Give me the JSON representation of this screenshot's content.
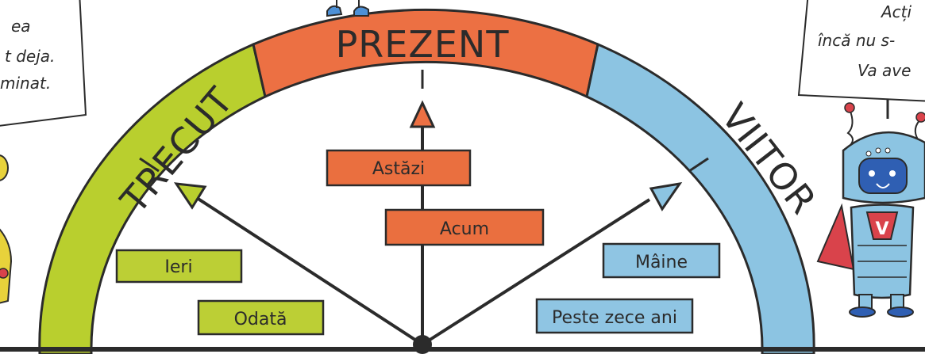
{
  "arc": {
    "past_label": "TRECUT",
    "present_label": "PREZENT",
    "future_label": "VIITOR"
  },
  "boxes": {
    "astazi": "Astăzi",
    "acum": "Acum",
    "ieri": "Ieri",
    "odata": "Odată",
    "maine": "Mâine",
    "peste_zece_ani": "Peste zece ani"
  },
  "notes": {
    "left": [
      "ea",
      "t deja.",
      "minat."
    ],
    "right": [
      "Acți",
      "încă nu s-",
      "Va ave"
    ]
  },
  "robot_badge": "V",
  "colors": {
    "past": "#b9cf2e",
    "present": "#ec7043",
    "future": "#8cc4e2",
    "ink": "#2b2b2b",
    "box_past": "#bccf35",
    "box_present": "#ea6f3f",
    "box_future": "#8fc5e3",
    "note_accent_left": "#b9cf2e",
    "note_accent_right": "#58b2dc"
  }
}
